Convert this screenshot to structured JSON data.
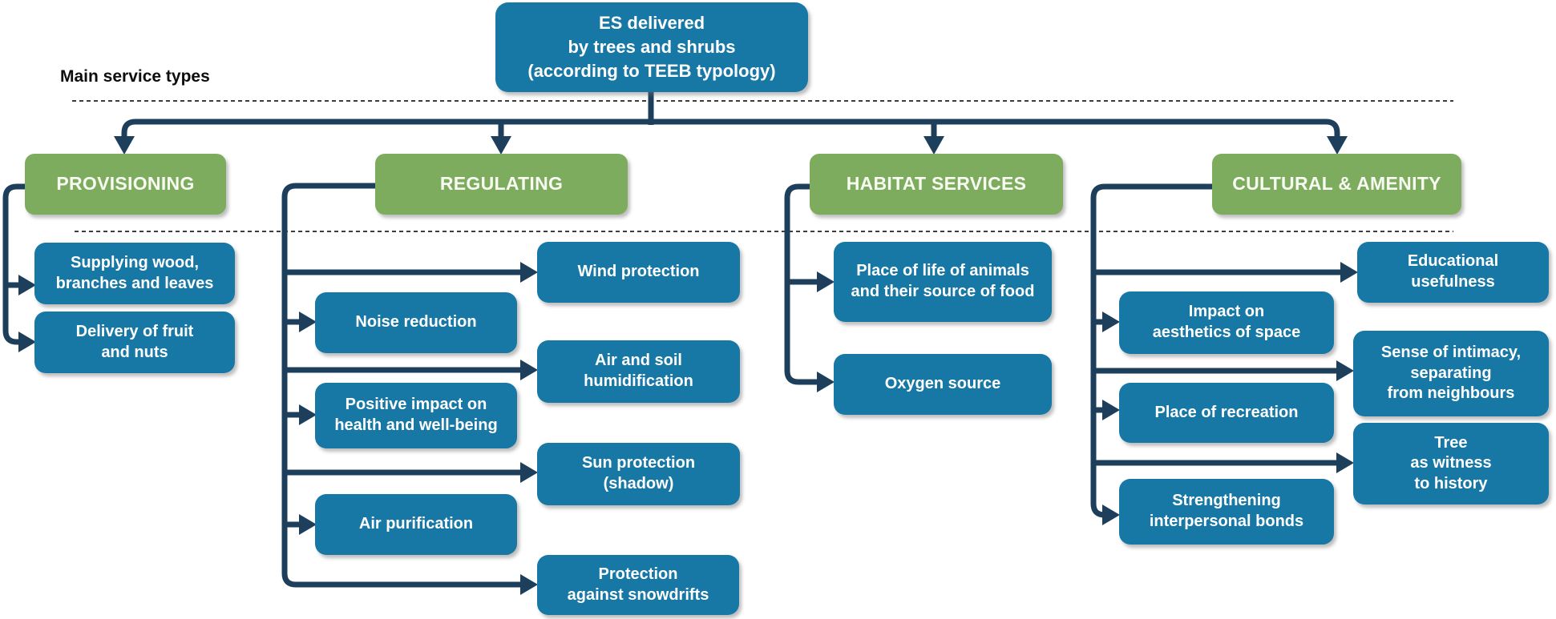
{
  "axis_label": "Main service types",
  "root": {
    "label": "ES delivered\nby trees and shrubs\n(according to TEEB typology)"
  },
  "colors": {
    "node_blue": "#1778a6",
    "header_green": "#7dac5f",
    "connector_navy": "#1e3f5c",
    "text_white": "#ffffff",
    "separator_gray": "#3d3d3d"
  },
  "categories": [
    {
      "label": "PROVISIONING",
      "children": [
        {
          "label": "Supplying wood,\nbranches and leaves"
        },
        {
          "label": "Delivery of fruit\nand nuts"
        }
      ]
    },
    {
      "label": "REGULATING",
      "children": [
        {
          "label": "Wind protection"
        },
        {
          "label": "Noise reduction"
        },
        {
          "label": "Air and soil\nhumidification"
        },
        {
          "label": "Positive impact on\nhealth and well-being"
        },
        {
          "label": "Sun protection\n(shadow)"
        },
        {
          "label": "Air purification"
        },
        {
          "label": "Protection\nagainst snowdrifts"
        }
      ]
    },
    {
      "label": "HABITAT SERVICES",
      "children": [
        {
          "label": "Place of life of animals\nand their source of food"
        },
        {
          "label": "Oxygen source"
        }
      ]
    },
    {
      "label": "CULTURAL & AMENITY",
      "children": [
        {
          "label": "Educational\nusefulness"
        },
        {
          "label": "Impact on\naesthetics of space"
        },
        {
          "label": "Sense of intimacy,\nseparating\nfrom neighbours"
        },
        {
          "label": "Place of recreation"
        },
        {
          "label": "Tree\nas witness\nto history"
        },
        {
          "label": "Strengthening\ninterpersonal bonds"
        }
      ]
    }
  ]
}
